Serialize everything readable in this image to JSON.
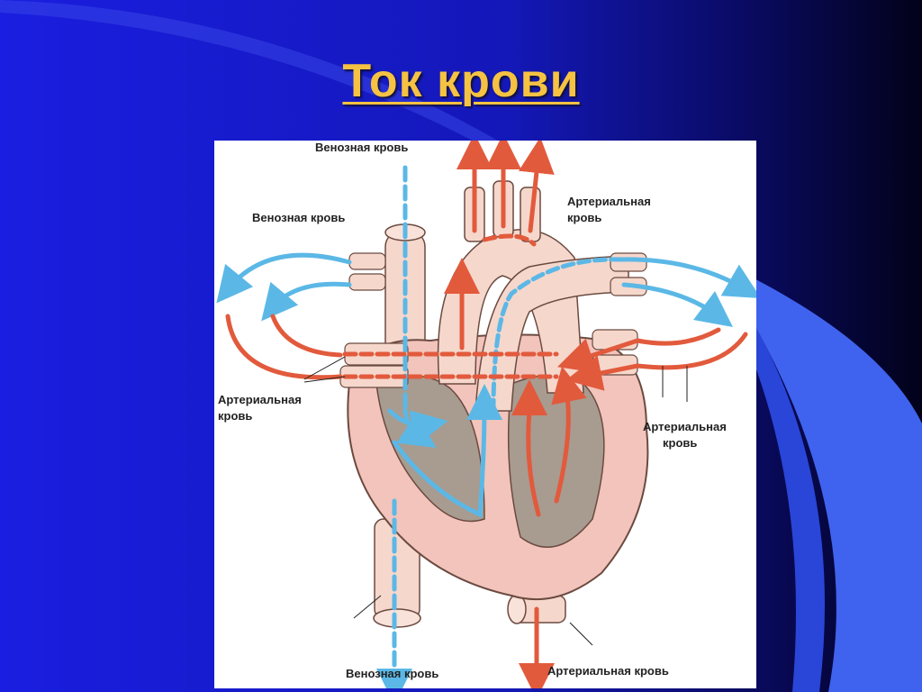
{
  "slide": {
    "title": "Ток крови"
  },
  "diagram": {
    "labels": {
      "venous_top": "Венозная кровь",
      "venous_left": "Венозная кровь",
      "arterial_top_right_line1": "Артериальная",
      "arterial_top_right_line2": "кровь",
      "arterial_left_line1": "Артериальная",
      "arterial_left_line2": "кровь",
      "arterial_right_line1": "Артериальная",
      "arterial_right_line2": "кровь",
      "venous_bottom": "Венозная кровь",
      "arterial_bottom": "Артериальная кровь"
    }
  },
  "colors": {
    "venous": "#5bb8e6",
    "arterial": "#e25a3c",
    "vessel": "#f6d7cc",
    "heart_wall": "#f2c4bb",
    "chamber": "#a89b90"
  }
}
